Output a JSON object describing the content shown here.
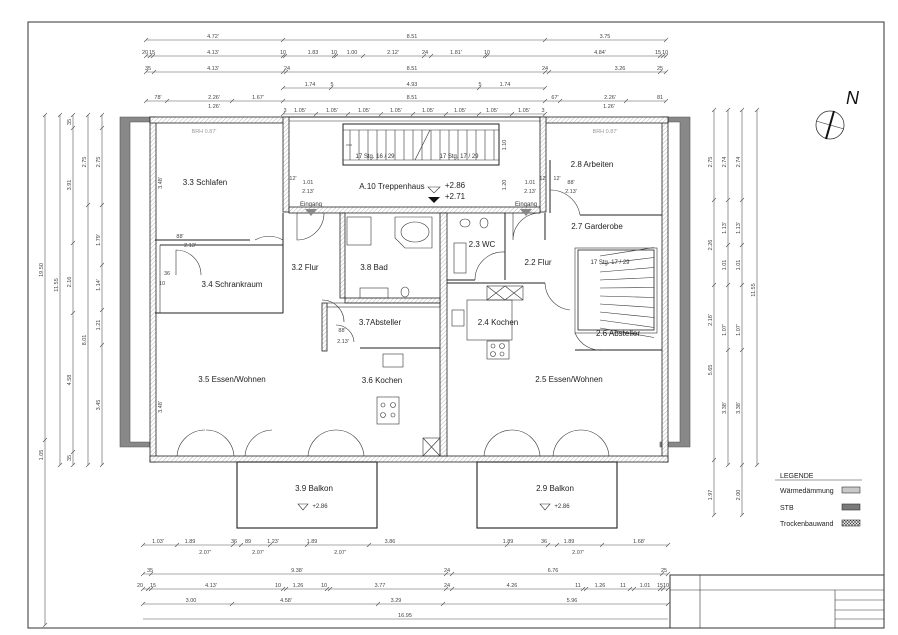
{
  "colors": {
    "insulation": "#c8c8c8",
    "concrete": "#7a7a7a",
    "line": "#222222"
  },
  "north": {
    "label": "N"
  },
  "rooms": {
    "r33": "3.3 Schlafen",
    "r34": "3.4 Schrankraum",
    "r32": "3.2 Flur",
    "r38": "3.8 Bad",
    "r23": "2.3 WC",
    "r22": "2.2 Flur",
    "r28": "2.8 Arbeiten",
    "r27": "2.7 Garderobe",
    "a10": "A.10 Treppenhaus",
    "r37": "3.7Absteller",
    "r24": "2.4 Kochen",
    "r26": "2.6 Absteller",
    "r35": "3.5 Essen/Wohnen",
    "r36": "3.6 Kochen",
    "r25": "2.5 Essen/Wohnen",
    "r39": "3.9 Balkon",
    "r29": "2.9 Balkon"
  },
  "levels": {
    "stair_top": "+2.86",
    "stair_bottom": "+2.71",
    "balcony_left": "+2.86",
    "balcony_right": "+2.86"
  },
  "stairs": {
    "left": "17 Stg. 16 / 29",
    "mid": "17 Stg. 17 / 29",
    "right": "17 Stg. 17 / 29"
  },
  "entrances": {
    "left": "Eingang",
    "right": "Eingang"
  },
  "sill": {
    "left": "BRH 0.87'",
    "right": "BRH 0.87'"
  },
  "doors": {
    "d1w": "1.01",
    "d1h": "2.13'",
    "d2w": "1.01",
    "d2h": "2.13'",
    "d3w": "88'",
    "d3h": "2.13'",
    "d4w": "88'",
    "d4h": "2.13'",
    "d5w": "88'",
    "d5h": "2.13'",
    "d6": "12'",
    "d7": "12'",
    "d8": "12'",
    "h1": "3.48'",
    "h2": "3.48'",
    "s1": "36",
    "s2": "10",
    "s3": "1.10",
    "s4": "1.20"
  },
  "dims_top": {
    "row1": [
      "4.72'",
      "8.51",
      "3.75"
    ],
    "row2": [
      "20",
      "15",
      "4.13'",
      "10",
      "1.83",
      "10",
      "1.00",
      "2.12'",
      "24",
      "1.81'",
      "10",
      "4.84'",
      "15",
      "10"
    ],
    "row3": [
      "35",
      "4.13'",
      "24",
      "8.51",
      "24",
      "3.26",
      "25"
    ],
    "row4": [
      "1.74",
      "5",
      "4.93",
      "5",
      "1.74"
    ],
    "row5": [
      "78'",
      "2.26'",
      "1.67'",
      "8.51",
      "67'",
      "2.26'",
      "81"
    ],
    "row5b": [
      "1.26'",
      "1.26'"
    ],
    "row6": [
      "3",
      "1.05'",
      "1.05'",
      "1.05'",
      "1.05'",
      "1.05'",
      "1.05'",
      "1.05'",
      "1.05'",
      "3"
    ]
  },
  "dims_bottom": {
    "row1": [
      "1.03'",
      "1.89",
      "36",
      "89",
      "1.23'",
      "1.89",
      "3.86",
      "1.89",
      "36",
      "1.89",
      "1.68'"
    ],
    "row1b": [
      "2.07'",
      "2.07'",
      "2.07'",
      "2.07'"
    ],
    "row2": [
      "35",
      "9.38'",
      "24",
      "6.76",
      "25"
    ],
    "row3": [
      "20",
      "15",
      "4.13'",
      "10",
      "1.26",
      "10",
      "3.77",
      "24",
      "4.26",
      "11",
      "1.26",
      "11",
      "1.01",
      "15",
      "10"
    ],
    "row4": [
      "3.00",
      "4.58'",
      "3.29",
      "5.96"
    ],
    "row5": [
      "16.95"
    ]
  },
  "dims_left": {
    "c1": [
      "19.50",
      "1.05"
    ],
    "c2": [
      "11.55"
    ],
    "c3": [
      "35",
      "3.91",
      "2.16",
      "4.58",
      "35"
    ],
    "c4": [
      "2.75",
      "8.01"
    ],
    "c5": [
      "2.75",
      "1.79'",
      "1.14'",
      "1.21",
      "3.45"
    ]
  },
  "dims_right": {
    "c1": [
      "2.75",
      "2.26",
      "2.18'",
      "5.65",
      "1.97"
    ],
    "c2": [
      "2.74",
      "1.13'",
      "1.01",
      "1.07'",
      "3.38'"
    ],
    "c3": [
      "2.74",
      "1.13'",
      "1.01",
      "1.07'",
      "3.38'",
      "2.00"
    ],
    "c4": [
      "11.55"
    ]
  },
  "legend": {
    "title": "LEGENDE",
    "items": [
      "Wärmedämmung",
      "STB",
      "Trockenbauwand"
    ]
  }
}
